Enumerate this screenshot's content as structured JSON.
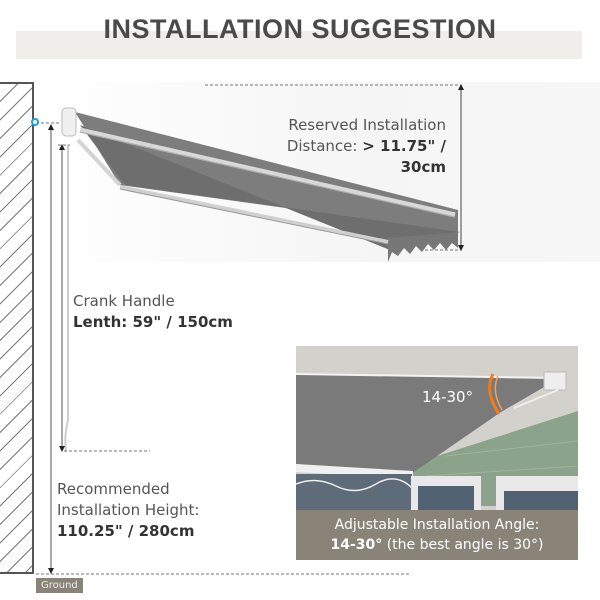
{
  "header": {
    "title": "INSTALLATION SUGGESTION"
  },
  "annotations": {
    "reserved_distance": {
      "line1": "Reserved Installation",
      "line2_prefix": "Distance: ",
      "line2_value": "> 11.75\" / 30cm"
    },
    "crank_handle": {
      "line1": "Crank Handle",
      "line2": "Lenth: 59\" / 150cm"
    },
    "installation_height": {
      "line1": "Recommended",
      "line2": "Installation Height:",
      "line3": "110.25\" / 280cm"
    },
    "ground_label": "Ground"
  },
  "inset": {
    "angle_label": "14-30°",
    "caption_line1": "Adjustable Installation Angle:",
    "caption_line2_bold": "14-30°",
    "caption_line2_rest": " (the best angle is 30°)"
  },
  "colors": {
    "title_band": "#efeeea",
    "awning_fabric": "#7d7d7d",
    "caption_bg": "#8a8478",
    "angle_arc": "#f07d1a",
    "marker_dot": "#1aa3d9",
    "house_siding": "#8aa38a"
  }
}
